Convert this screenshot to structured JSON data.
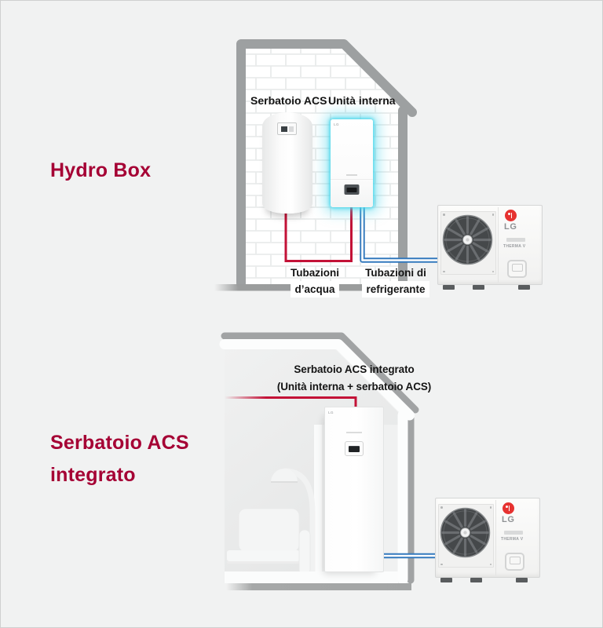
{
  "page": {
    "background": "#f1f2f2",
    "border": "#cfd0d0"
  },
  "palette": {
    "accent_red": "#a50034",
    "water_pipe": "#c31237",
    "refrigerant_pipe": "#3379bd",
    "indoor_unit_glow": "#48d6eb",
    "house_outline_gray": "#9da0a1",
    "lg_logo_red": "#e63230"
  },
  "brand": {
    "logo": "LG",
    "model": "THERMA V"
  },
  "hydro_box": {
    "title": "Hydro Box",
    "tank_label": "Serbatoio ACS",
    "indoor_unit_label": "Unità interna",
    "water_pipe_label_line1": "Tubazioni",
    "water_pipe_label_line2": "d’acqua",
    "refrigerant_pipe_label_line1": "Tubazioni di",
    "refrigerant_pipe_label_line2": "refrigerante"
  },
  "integrated": {
    "title_line1": "Serbatoio ACS",
    "title_line2": "integrato",
    "unit_label_line1": "Serbatoio ACS integrato",
    "unit_label_line2": "(Unità interna + serbatoio ACS)"
  }
}
